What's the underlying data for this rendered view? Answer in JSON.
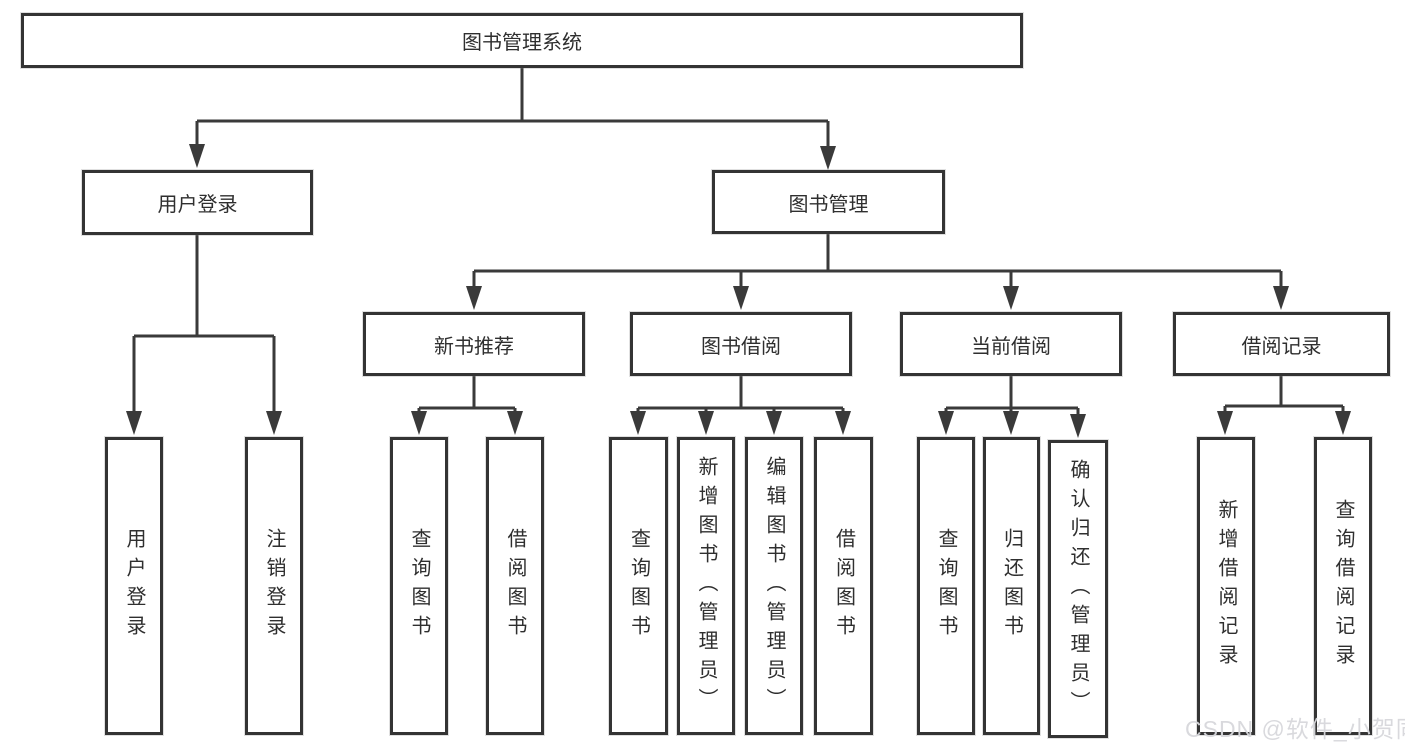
{
  "nodes": {
    "root": "图书管理系统",
    "level2": {
      "user_login": "用户登录",
      "book_management": "图书管理"
    },
    "level3": {
      "new_book_recommend": "新书推荐",
      "book_borrowing": "图书借阅",
      "current_borrowing": "当前借阅",
      "borrowing_records": "借阅记录"
    },
    "leaves": {
      "user_login": "用户登录",
      "logout": "注销登录",
      "rec_query_books": "查询图书",
      "rec_borrow_books": "借阅图书",
      "bb_query_books": "查询图书",
      "bb_add_books_admin": "新增图书（管理员）",
      "bb_edit_books_admin": "编辑图书（管理员）",
      "bb_borrow_books": "借阅图书",
      "cb_query_books": "查询图书",
      "cb_return_books": "归还图书",
      "cb_confirm_return_admin": "确认归还（管理员）",
      "br_add_record": "新增借阅记录",
      "br_query_record": "查询借阅记录"
    }
  },
  "structure": {
    "图书管理系统": [
      "用户登录",
      "图书管理"
    ],
    "用户登录": [
      "用户登录",
      "注销登录"
    ],
    "图书管理": [
      "新书推荐",
      "图书借阅",
      "当前借阅",
      "借阅记录"
    ],
    "新书推荐": [
      "查询图书",
      "借阅图书"
    ],
    "图书借阅": [
      "查询图书",
      "新增图书（管理员）",
      "编辑图书（管理员）",
      "借阅图书"
    ],
    "当前借阅": [
      "查询图书",
      "归还图书",
      "确认归还（管理员）"
    ],
    "借阅记录": [
      "新增借阅记录",
      "查询借阅记录"
    ]
  },
  "watermark": "CSDN @软件_小贺同学",
  "colors": {
    "line": "#3a3a3a",
    "box_border": "#343434",
    "text": "#2f2f2f",
    "background": "#ffffff",
    "watermark": "#d7d8dc"
  }
}
